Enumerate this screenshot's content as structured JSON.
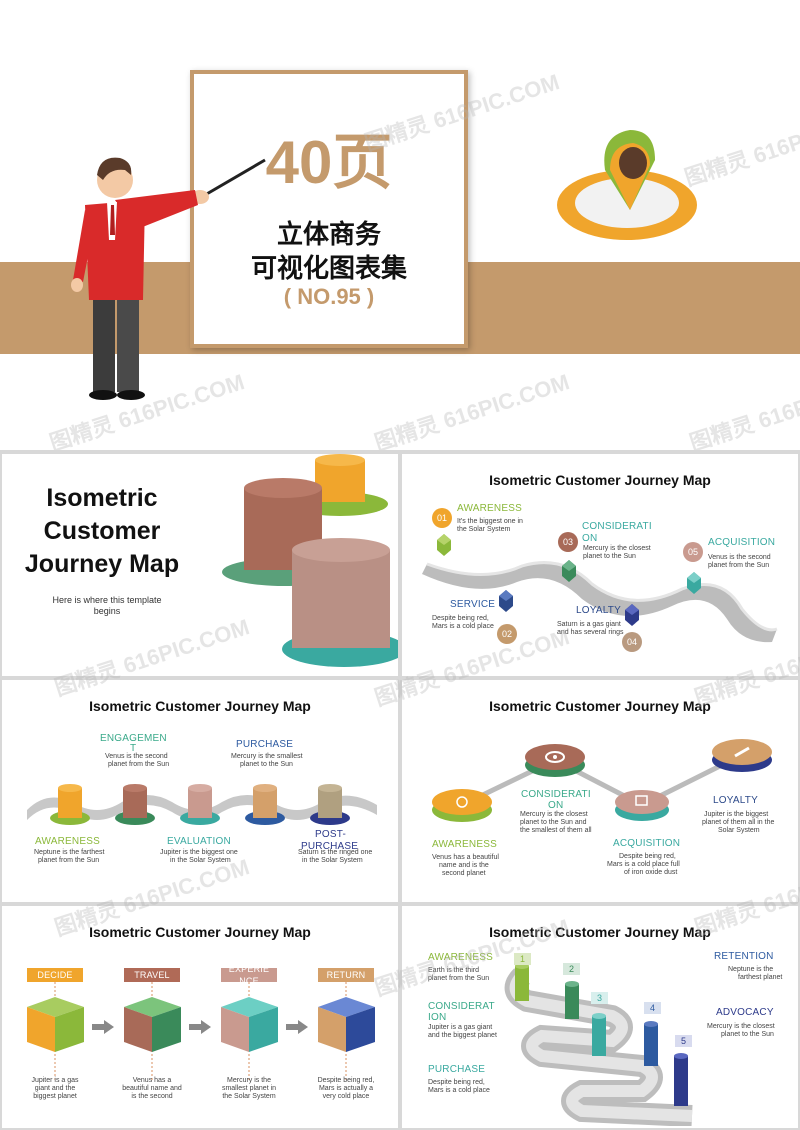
{
  "watermark": "图精灵 616PIC.COM",
  "cover": {
    "pages": "40页",
    "line1": "立体商务",
    "line2": "可视化图表集",
    "code": "( NO.95 )"
  },
  "slide1": {
    "title_l1": "Isometric",
    "title_l2": "Customer",
    "title_l3": "Journey Map",
    "subtitle_l1": "Here is where this template",
    "subtitle_l2": "begins"
  },
  "slide2": {
    "title": "Isometric Customer Journey Map",
    "items": [
      {
        "num": "01",
        "label": "AWARENESS",
        "desc1": "It's the biggest one in",
        "desc2": "the Solar System"
      },
      {
        "num": "02",
        "label": "SERVICE",
        "desc1": "Despite being red,",
        "desc2": "Mars is a cold place"
      },
      {
        "num": "03",
        "label": "CONSIDERATI",
        "label2": "ON",
        "desc1": "Mercury is the closest",
        "desc2": "planet to the Sun"
      },
      {
        "num": "04",
        "label": "LOYALTY",
        "desc1": "Saturn is a gas giant",
        "desc2": "and has several rings"
      },
      {
        "num": "05",
        "label": "ACQUISITION",
        "desc1": "Venus is the second",
        "desc2": "planet from the Sun"
      }
    ]
  },
  "slide3": {
    "title": "Isometric Customer Journey Map",
    "items": [
      {
        "label": "ENGAGEMEN",
        "label2": "T",
        "desc1": "Venus is the second",
        "desc2": "planet from the Sun"
      },
      {
        "label": "PURCHASE",
        "desc1": "Mercury is the smallest",
        "desc2": "planet to the Sun"
      },
      {
        "label": "AWARENESS",
        "desc1": "Neptune is the farthest",
        "desc2": "planet from the Sun"
      },
      {
        "label": "EVALUATION",
        "desc1": "Jupiter is the biggest one",
        "desc2": "in the Solar System"
      },
      {
        "label": "POST-",
        "label2": "PURCHASE",
        "desc1": "Saturn is the ringed one",
        "desc2": "in the Solar System"
      }
    ]
  },
  "slide4": {
    "title": "Isometric Customer Journey Map",
    "items": [
      {
        "label": "AWARENESS",
        "desc1": "Venus has a beautiful",
        "desc2": "name and is the",
        "desc3": "second planet"
      },
      {
        "label": "CONSIDERATI",
        "label2": "ON",
        "desc1": "Mercury is the closest",
        "desc2": "planet to the Sun and",
        "desc3": "the smallest of them all"
      },
      {
        "label": "ACQUISITION",
        "desc1": "Despite being red,",
        "desc2": "Mars is a cold place full",
        "desc3": "of iron oxide dust"
      },
      {
        "label": "LOYALTY",
        "desc1": "Jupiter is the biggest",
        "desc2": "planet of them all in the",
        "desc3": "Solar System"
      }
    ]
  },
  "slide5": {
    "title": "Isometric Customer Journey Map",
    "items": [
      {
        "label": "DECIDE",
        "desc1": "Jupiter is a gas",
        "desc2": "giant and the",
        "desc3": "biggest planet",
        "color": "#f0a52c"
      },
      {
        "label": "TRAVEL",
        "desc1": "Venus has a",
        "desc2": "beautiful name and",
        "desc3": "is the second",
        "color": "#b06a57"
      },
      {
        "label": "EXPERIE",
        "label2": "NCE",
        "desc1": "Mercury is the",
        "desc2": "smallest planet in",
        "desc3": "the Solar System",
        "color": "#c99a8f"
      },
      {
        "label": "RETURN",
        "desc1": "Despite being red,",
        "desc2": "Mars is actually a",
        "desc3": "very cold place",
        "color": "#d4a06a"
      }
    ]
  },
  "slide6": {
    "title": "Isometric Customer Journey Map",
    "steps": [
      "1",
      "2",
      "3",
      "4",
      "5"
    ],
    "items": [
      {
        "label": "AWARENESS",
        "desc1": "Earth is the third",
        "desc2": "planet from the Sun"
      },
      {
        "label": "CONSIDERAT",
        "label2": "ION",
        "desc1": "Jupiter is a gas giant",
        "desc2": "and the biggest planet"
      },
      {
        "label": "PURCHASE",
        "desc1": "Despite being red,",
        "desc2": "Mars is a cold place"
      },
      {
        "label": "RETENTION",
        "desc1": "Neptune  is the",
        "desc2": "farthest planet"
      },
      {
        "label": "ADVOCACY",
        "desc1": "Mercury is the closest",
        "desc2": "planet to the Sun"
      }
    ]
  }
}
